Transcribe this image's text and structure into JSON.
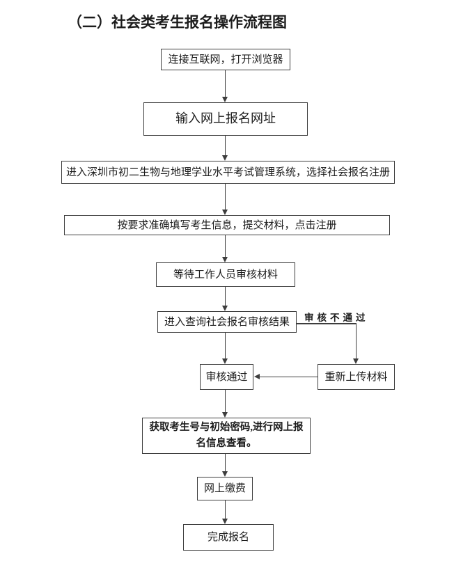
{
  "page": {
    "title": "（二）社会类考生报名操作流程图",
    "background_color": "#ffffff",
    "line_color": "#3d3d3d",
    "text_color": "#1c1c1c"
  },
  "flowchart": {
    "nodes": [
      {
        "id": "connect-internet",
        "text": "连接互联网，打开浏览器"
      },
      {
        "id": "enter-url",
        "text": "输入网上报名网址"
      },
      {
        "id": "enter-system",
        "text": "进入深圳市初二生物与地理学业水平考试管理系统，选择社会报名注册"
      },
      {
        "id": "fill-info",
        "text": "按要求准确填写考生信息，提交材料，点击注册"
      },
      {
        "id": "wait-review",
        "text": "等待工作人员审核材料"
      },
      {
        "id": "query-result",
        "text": "进入查询社会报名审核结果"
      },
      {
        "id": "review-passed",
        "text": "审核通过"
      },
      {
        "id": "reupload-material",
        "text": "重新上传材料"
      },
      {
        "id": "get-id-password",
        "text": "获取考生号与初始密码,进行网上报\n名信息查看。"
      },
      {
        "id": "pay-online",
        "text": "网上缴费"
      },
      {
        "id": "complete-registration",
        "text": "完成报名"
      }
    ],
    "branch_label": "审核不通过",
    "edges": [
      {
        "from": "connect-internet",
        "to": "enter-url"
      },
      {
        "from": "enter-url",
        "to": "enter-system"
      },
      {
        "from": "enter-system",
        "to": "fill-info"
      },
      {
        "from": "fill-info",
        "to": "wait-review"
      },
      {
        "from": "wait-review",
        "to": "query-result"
      },
      {
        "from": "query-result",
        "to": "review-passed"
      },
      {
        "from": "query-result",
        "to": "reupload-material",
        "label": "审核不通过"
      },
      {
        "from": "reupload-material",
        "to": "review-passed"
      },
      {
        "from": "review-passed",
        "to": "get-id-password"
      },
      {
        "from": "get-id-password",
        "to": "pay-online"
      },
      {
        "from": "pay-online",
        "to": "complete-registration"
      }
    ]
  }
}
